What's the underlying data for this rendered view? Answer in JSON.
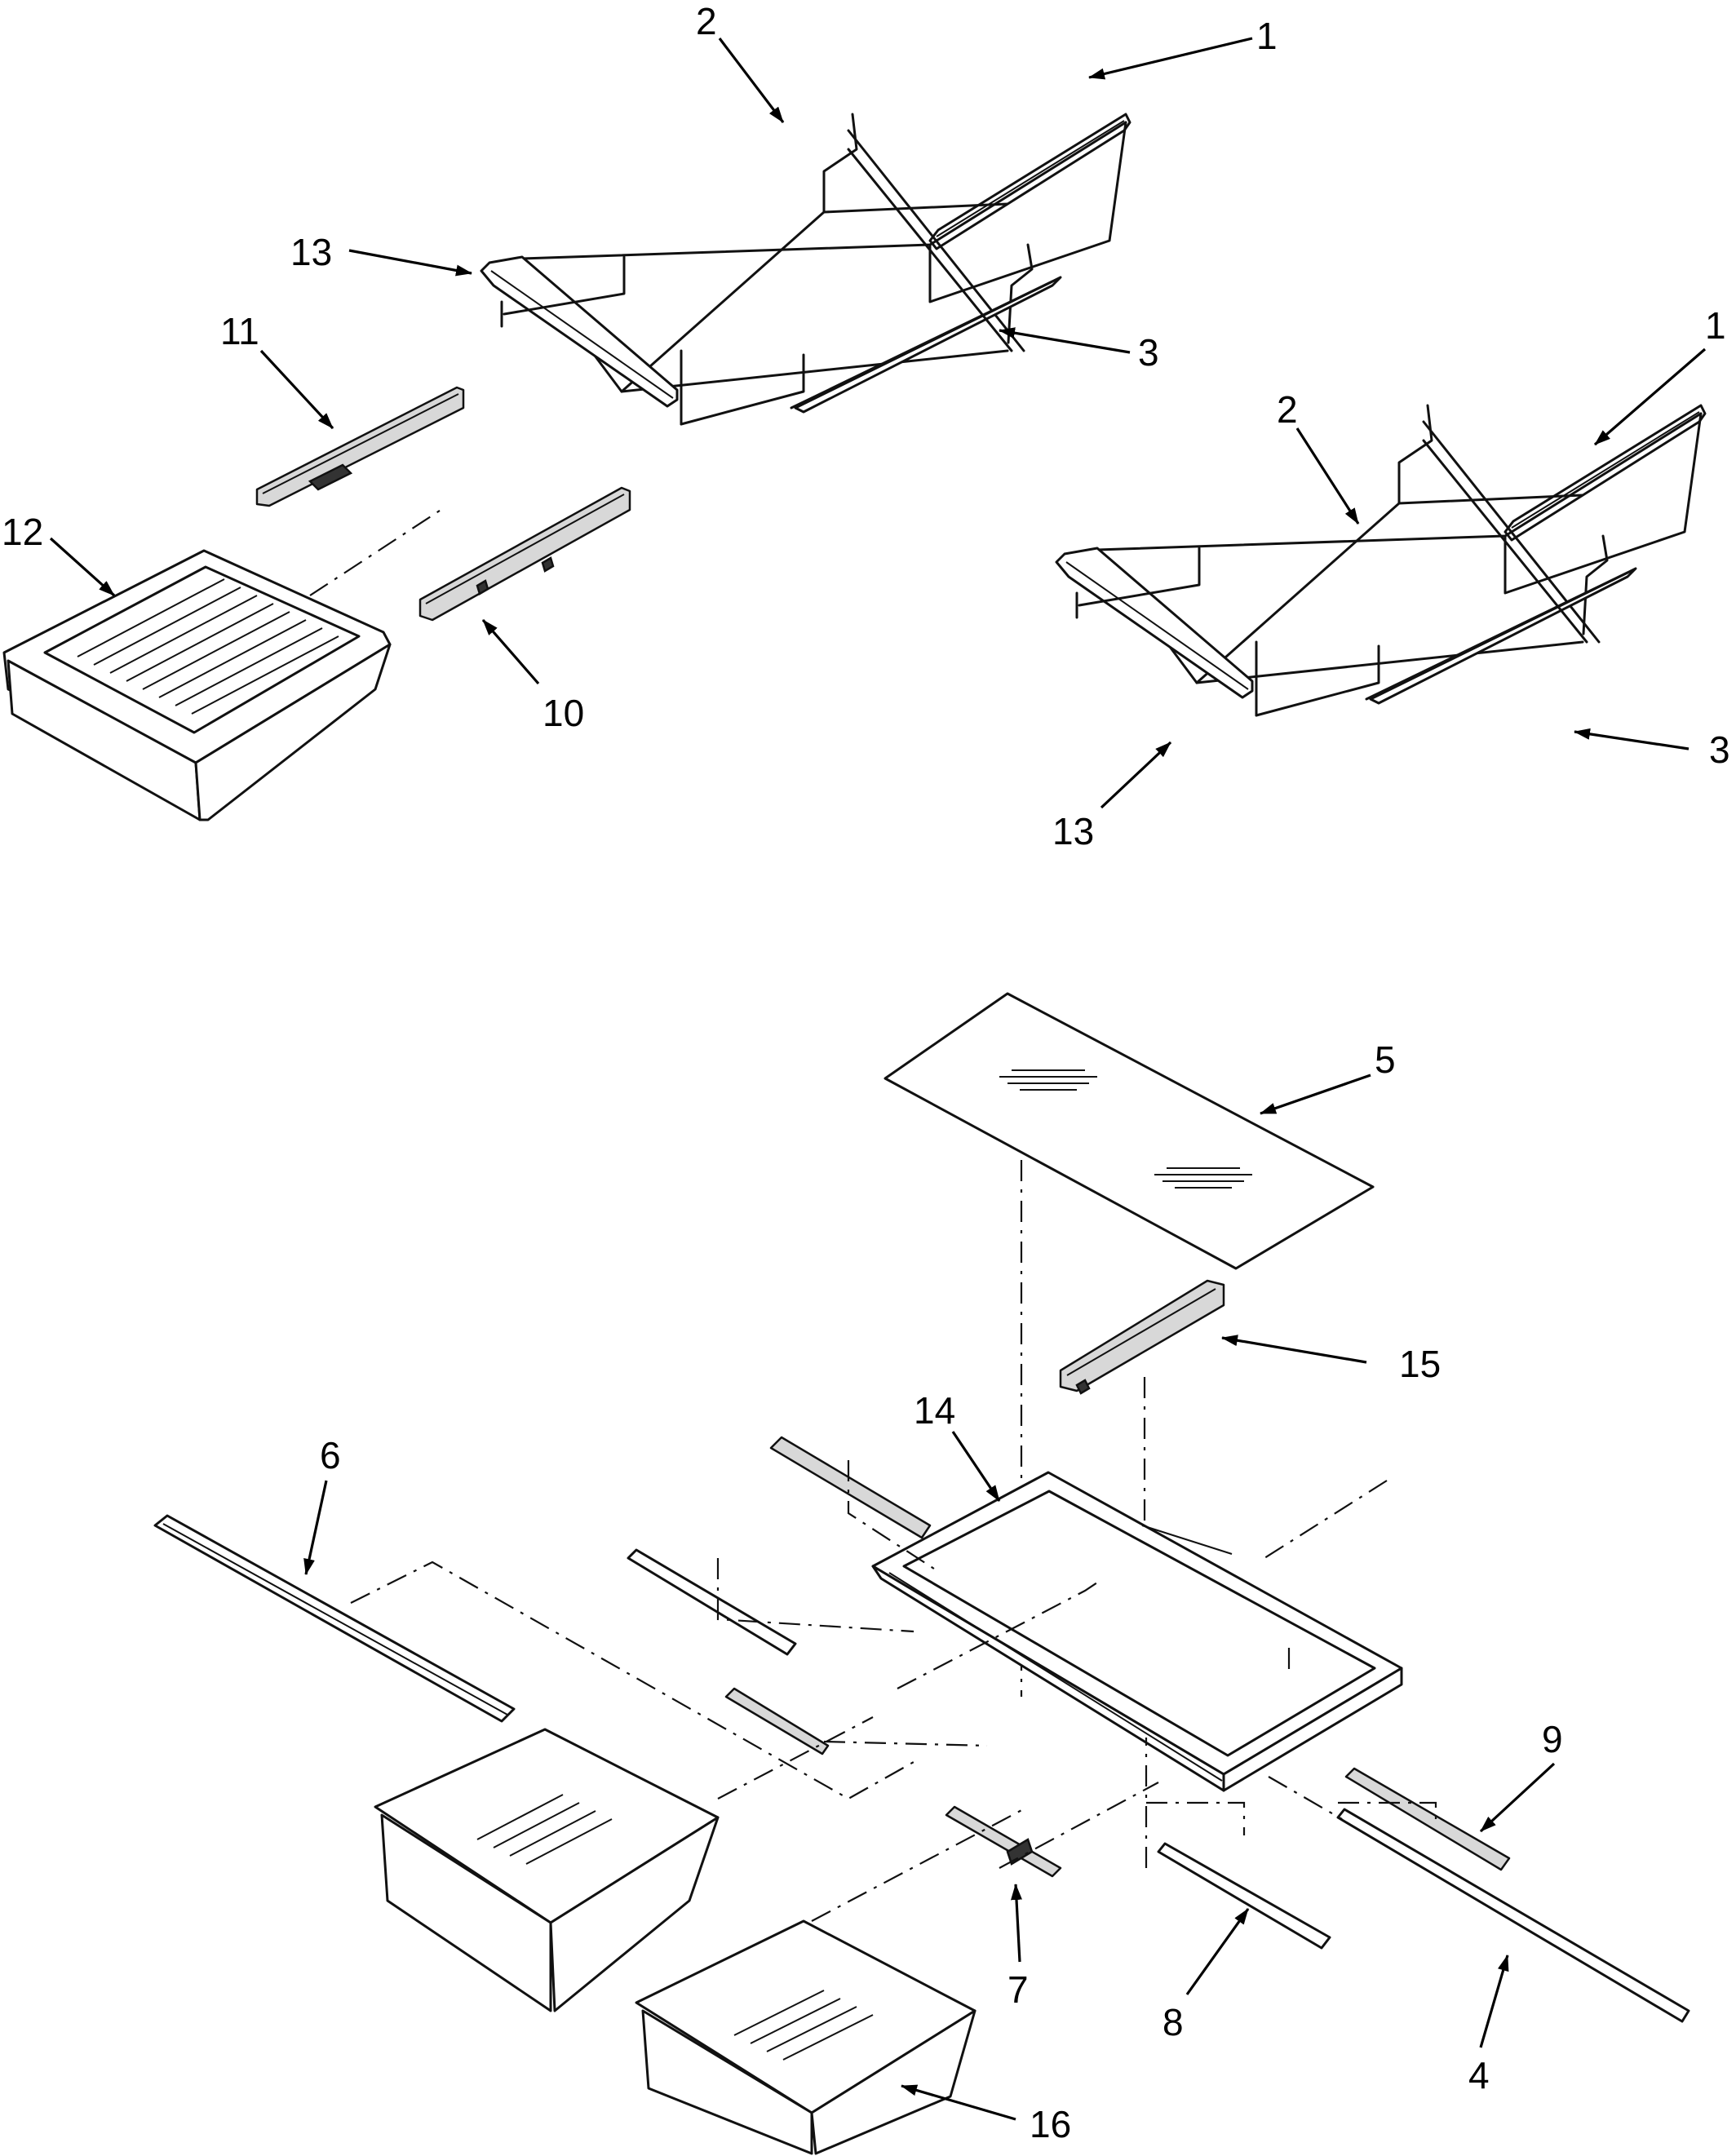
{
  "callouts": [
    {
      "id": "c1a",
      "text": "1"
    },
    {
      "id": "c2a",
      "text": "2"
    },
    {
      "id": "c13a",
      "text": "13"
    },
    {
      "id": "c3a",
      "text": "3"
    },
    {
      "id": "c11",
      "text": "11"
    },
    {
      "id": "c12",
      "text": "12"
    },
    {
      "id": "c10",
      "text": "10"
    },
    {
      "id": "c1b",
      "text": "1"
    },
    {
      "id": "c2b",
      "text": "2"
    },
    {
      "id": "c3b",
      "text": "3"
    },
    {
      "id": "c13b",
      "text": "13"
    },
    {
      "id": "c5",
      "text": "5"
    },
    {
      "id": "c15",
      "text": "15"
    },
    {
      "id": "c14",
      "text": "14"
    },
    {
      "id": "c6",
      "text": "6"
    },
    {
      "id": "c9",
      "text": "9"
    },
    {
      "id": "c7",
      "text": "7"
    },
    {
      "id": "c8",
      "text": "8"
    },
    {
      "id": "c4",
      "text": "4"
    },
    {
      "id": "c16",
      "text": "16"
    }
  ]
}
